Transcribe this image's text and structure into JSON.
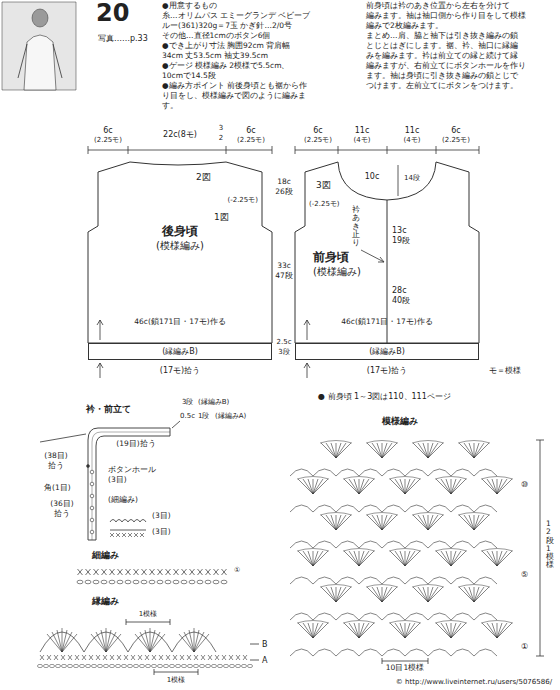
{
  "diagram": {
    "nodes": [
      {
        "text": [
          "後身頃",
          "(模様編み)"
        ]
      },
      {
        "text": [
          "(縁編みB)"
        ]
      },
      {
        "text": [
          "前身頃",
          "(模様編み)"
        ]
      },
      {
        "text": [
          "(縁編みB)"
        ]
      }
    ],
    "labels": [
      "20",
      "写真……p.33",
      "●用意するもの",
      "糸…オリムパス エミーグランデ ベビーブ",
      "ルー(361)320g＝7玉 かぎ針…2/0号",
      "その他…直径1cmのボタン6個",
      "●でき上がり寸法 胸囲92cm 背肩幅",
      "34cm 丈53.5cm 袖丈39.5cm",
      "●ゲージ 模様編み 2模様で5.5cm、",
      "10cmで14.5段",
      "●編み方ポイント 前後身頃とも裾から作",
      "り目をし、模様編みで図のように編みま",
      "す。",
      "前身頃は衿のあき位置から左右を分けて",
      "編みます。袖は袖口側から作り目をして模様",
      "編みで2枚編みます。",
      "まとめ…肩、脇と袖下は引き抜き編みの鎖",
      "とじとはぎにします。裾、衿、袖口に縁編",
      "みを編みます。衿は前立ての縁と続けて縁",
      "編みますが、右前立てにボタンホールを作り",
      "ます。袖は身頃に引き抜き編みの鎖とじで",
      "つけます。左前立てにボタンをつけます。",
      "6c",
      "(2.25モ)",
      "22c(8モ)",
      "3",
      "2",
      "6c",
      "(2.25モ)",
      "2図",
      "1図",
      "18c",
      "26段",
      "(-2.25モ)",
      "(-2.25モ)",
      "33c",
      "47段",
      "46c(鎖171目・17モ)作る",
      "(17モ)拾う",
      "2.5c",
      "3段",
      "6c",
      "(2.25モ)",
      "11c",
      "(4モ)",
      "11c",
      "(4モ)",
      "6c",
      "(2.25モ)",
      "10c",
      "14段",
      "3図",
      "衿あき止り",
      "13c",
      "19段",
      "28c",
      "40段",
      "46c(鎖171目・17モ)作る",
      "(17モ)拾う",
      "モ＝模様",
      "● 前身頃 1～3図は110、111ページ",
      "衿・前立て",
      "3段",
      "(縁編みB)",
      "0.5c",
      "1段",
      "(縁編みA)",
      "(19目)拾う",
      "(38目)",
      "拾う",
      "角(1目)",
      "(36目)",
      "拾う",
      "ボタンホール",
      "(3目)",
      "(細編み)",
      "(3目)",
      "(3目)",
      "細編み",
      "①",
      "縁編み",
      "1模様",
      "1模様",
      "B",
      "A",
      "模様編み",
      "⑩",
      "⑤",
      "①",
      "12段1模様",
      "10目1模様",
      "© http://www.liveinternet.ru/users/5076586/"
    ]
  }
}
